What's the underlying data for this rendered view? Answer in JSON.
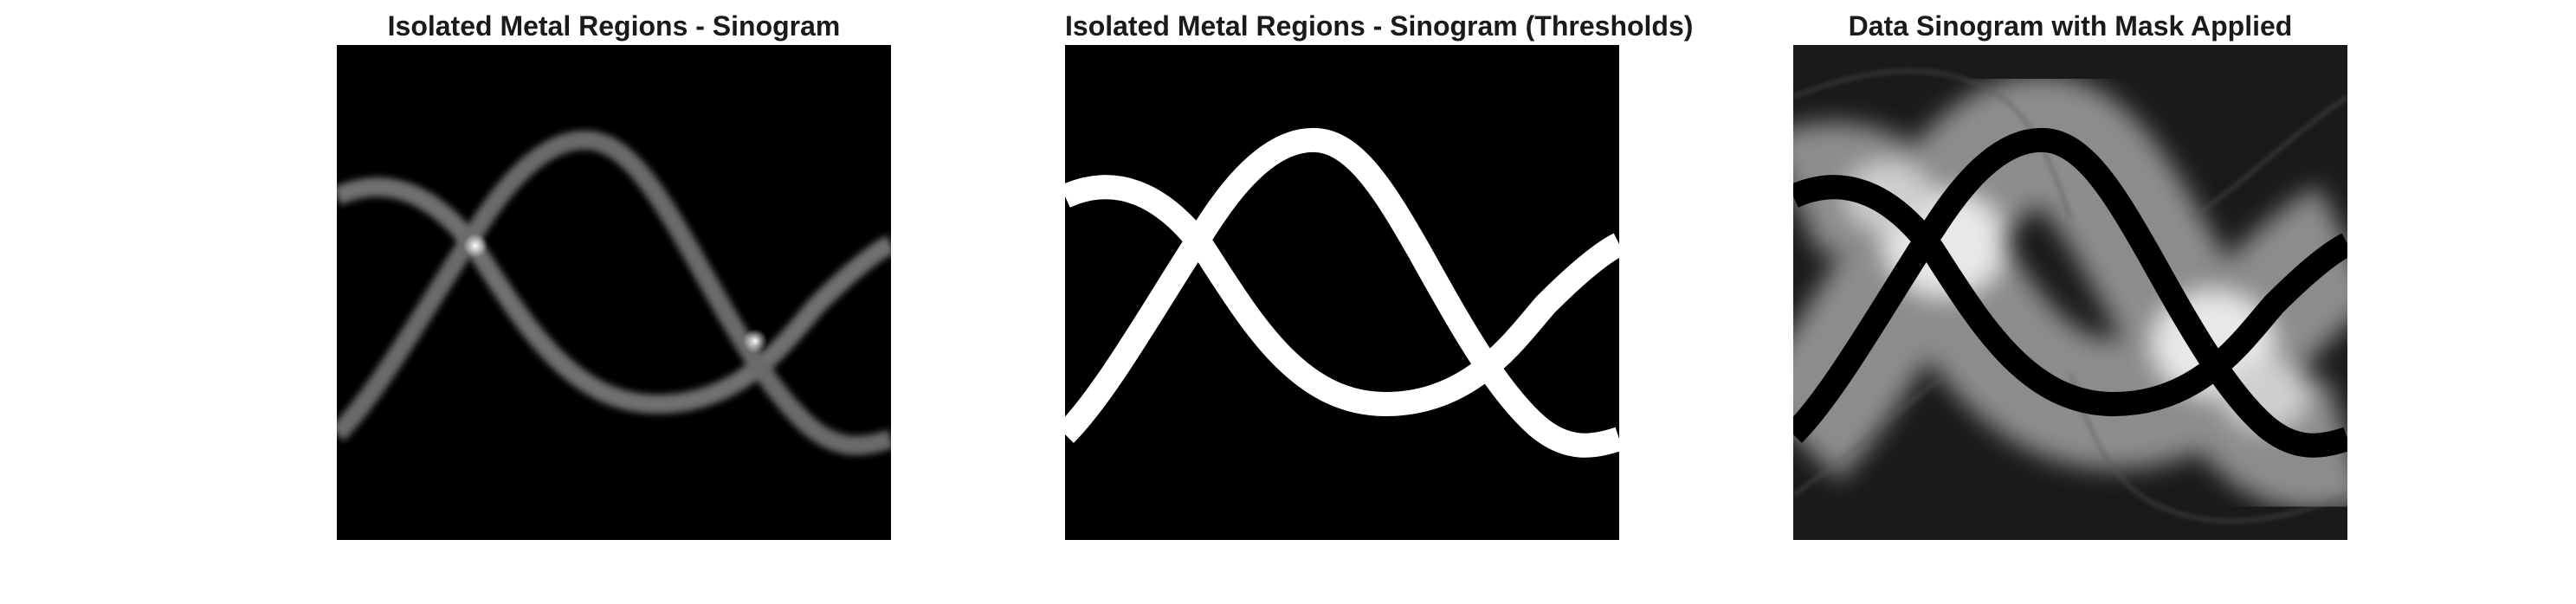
{
  "figure": {
    "panels": [
      {
        "title": "Isolated Metal Regions - Sinogram"
      },
      {
        "title": "Isolated Metal Regions - Sinogram (Thresholds)"
      },
      {
        "title": "Data Sinogram with Mask Applied"
      }
    ]
  }
}
